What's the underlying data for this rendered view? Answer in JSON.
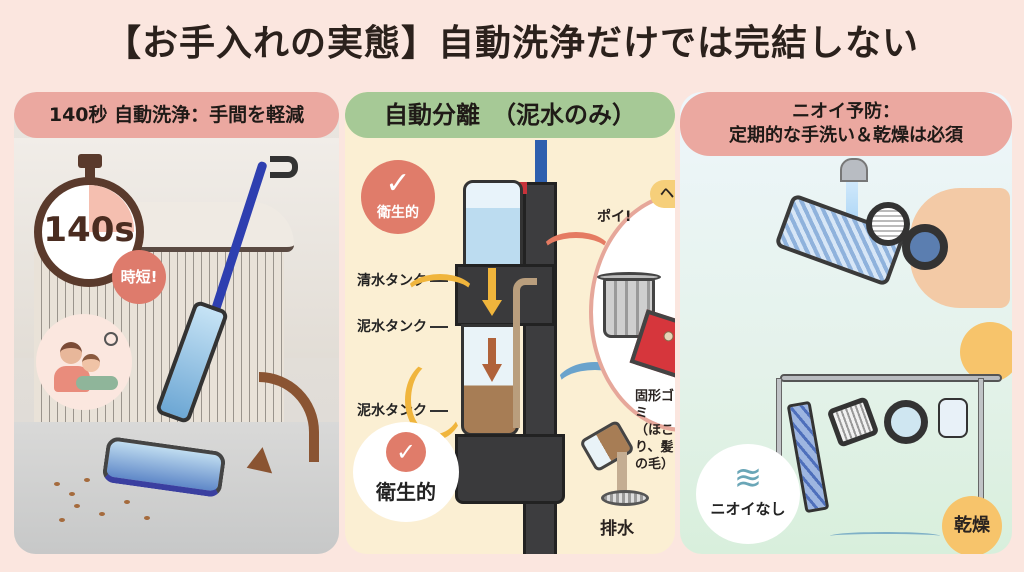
{
  "title": "【お手入れの実態】自動洗浄だけでは完結しない",
  "colors": {
    "background": "#fbe6df",
    "pill_pink": "#eba8a0",
    "pill_green": "#a6c996",
    "check_red": "#e07c6a",
    "mop_blue": "#2e3fb0",
    "dry_yellow": "#f7c46b"
  },
  "panels": [
    {
      "header": "140秒 自動洗浄：手間を軽減",
      "timer_label": "140s",
      "badge": "時短!",
      "icons": [
        "stopwatch-icon",
        "family-relax-icon",
        "clock-icon",
        "mop-vacuum-image",
        "curved-arrow-icon"
      ]
    },
    {
      "header": "自動分離　（泥水のみ）",
      "hygiene_top": {
        "mark": "✓",
        "label": "衛生的"
      },
      "hygiene_bottom": {
        "mark": "✓",
        "label": "衛生的"
      },
      "tank_labels": [
        "清水タンク",
        "泥水タンク",
        "泥水タンク"
      ],
      "callout": {
        "pill": "ヘッドで回収",
        "exclaim": "ポイ!",
        "solid_waste": [
          "固形ゴミ",
          "（ほこり、髪の毛）"
        ]
      },
      "drain_label": "排水"
    },
    {
      "header_line1": "ニオイ予防：",
      "header_line2": "定期的な手洗い＆乾燥は必須",
      "odor": {
        "icon": "wind-icon",
        "label": "ニオイなし"
      },
      "dry_badge": "乾燥"
    }
  ]
}
